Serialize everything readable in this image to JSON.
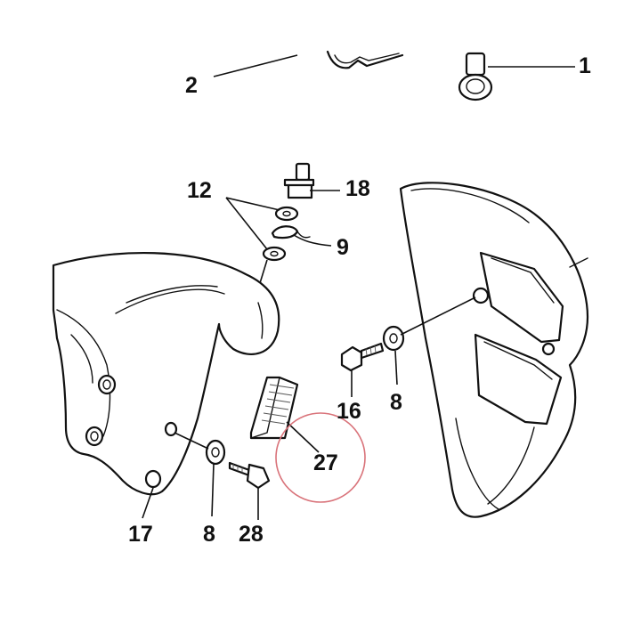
{
  "diagram": {
    "callouts": [
      {
        "id": "c1",
        "text": "1"
      },
      {
        "id": "c2",
        "text": "2"
      },
      {
        "id": "c12",
        "text": "12"
      },
      {
        "id": "c18",
        "text": "18"
      },
      {
        "id": "c9",
        "text": "9"
      },
      {
        "id": "c16",
        "text": "16"
      },
      {
        "id": "c8a",
        "text": "8"
      },
      {
        "id": "c27",
        "text": "27"
      },
      {
        "id": "c17",
        "text": "17"
      },
      {
        "id": "c8b",
        "text": "8"
      },
      {
        "id": "c28",
        "text": "28"
      }
    ],
    "highlight_color": "#d9737a"
  }
}
